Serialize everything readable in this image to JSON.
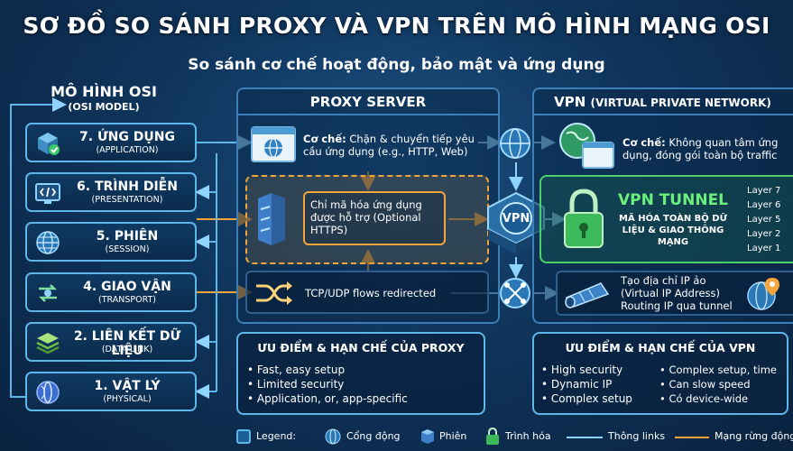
{
  "title": "SƠ ĐỒ SO SÁNH PROXY VÀ VPN TRÊN MÔ HÌNH MẠNG OSI",
  "subtitle": "So sánh cơ chế hoạt động, bảo mật và ứng dụng",
  "osi": {
    "heading": "MÔ HÌNH OSI",
    "subheading": "(OSI MODEL)",
    "layers": [
      {
        "name": "7. ỨNG DỤNG",
        "en": "(APPLICATION)",
        "icon": "application-icon"
      },
      {
        "name": "6. TRÌNH DIỄN",
        "en": "(PRESENTATION)",
        "icon": "code-icon"
      },
      {
        "name": "5. PHIÊN",
        "en": "(SESSION)",
        "icon": "globe-icon"
      },
      {
        "name": "4. GIAO VẬN",
        "en": "(TRANSPORT)",
        "icon": "transport-arrows-icon"
      },
      {
        "name": "2. LIÊN KẾT DỮ LIỆU",
        "en": "(DATA LINK)",
        "icon": "layers-stack-icon"
      },
      {
        "name": "1. VẬT LÝ",
        "en": "(PHYSICAL)",
        "icon": "physical-cable-icon"
      }
    ]
  },
  "proxy": {
    "title": "PROXY SERVER",
    "mech_label": "Cơ chế:",
    "mech_text": "Chặn & chuyển tiếp yêu cầu ứng dụng (e.g., HTTP, Web)",
    "encrypt_text": "Chỉ mã hóa ứng dụng được hỗ trợ (Optional HTTPS)",
    "flow_text": "TCP/UDP flows redirected",
    "pros_title": "ƯU ĐIỂM & HẠN CHẾ CỦA PROXY",
    "pros": [
      "Fast, easy setup",
      "Limited security",
      "Application, or, app-specific"
    ]
  },
  "vpn": {
    "title": "VPN",
    "title_sub": "(VIRTUAL PRIVATE NETWORK)",
    "mech_label": "Cơ chế:",
    "mech_text": "Không quan tâm ứng dụng, đóng gói toàn bộ traffic",
    "tunnel_title": "VPN TUNNEL",
    "tunnel_sub": "MÃ HÓA TOÀN BỘ DỮ LIỆU & GIAO THÔNG MẠNG",
    "tunnel_layers": [
      "Layer 7",
      "Layer 6",
      "Layer 5",
      "Layer 2",
      "Layer 1"
    ],
    "ip_lines": [
      "Tạo địa chỉ IP ảo",
      "(Virtual IP Address)",
      "Routing IP qua tunnel"
    ],
    "hub_label": "VPN",
    "pros_title": "ƯU ĐIỂM & HẠN CHẾ CỦA VPN",
    "pros_left": [
      "High security",
      "Dynamic IP",
      "Complex setup"
    ],
    "pros_right": [
      "Complex setup, time",
      "Can slow speed",
      "Có device-wide"
    ]
  },
  "legend": {
    "label": "Legend:",
    "items": [
      "Cổng động",
      "Phiên",
      "Trình hóa",
      "Thông links",
      "Mạng rừng động"
    ]
  },
  "colors": {
    "accent": "#5fb6e8",
    "orange": "#f3a53b",
    "green": "#4ad06b"
  }
}
